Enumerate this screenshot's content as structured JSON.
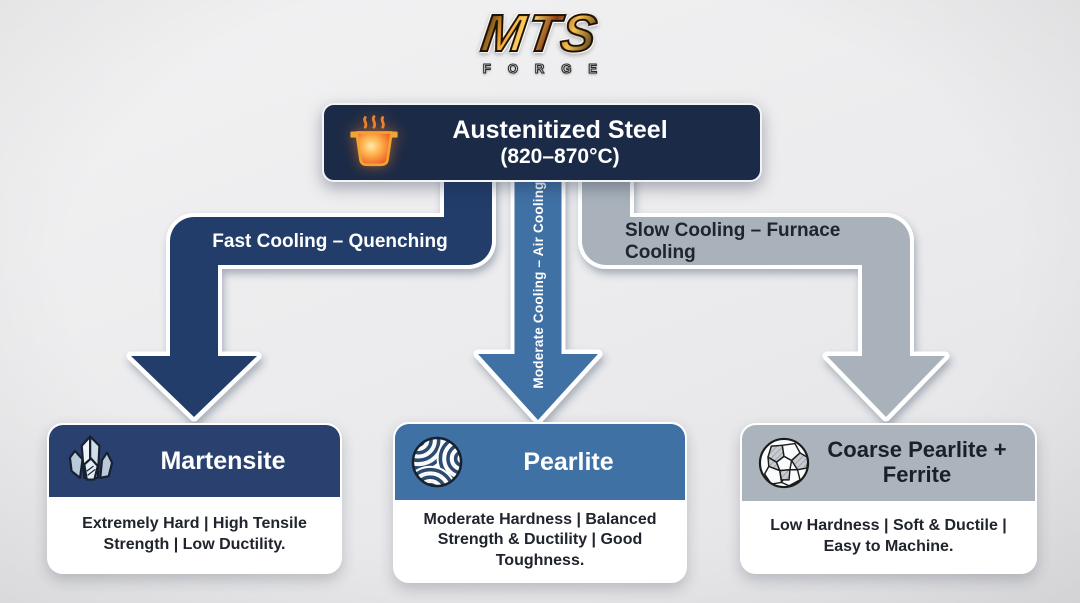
{
  "logo": {
    "text": "MTS",
    "subtext": "FORGE"
  },
  "root": {
    "title": "Austenitized Steel",
    "subtitle": "(820–870°C)",
    "icon": "crucible-fire-icon"
  },
  "branches": [
    {
      "id": "fast",
      "label": "Fast Cooling – Quenching",
      "color": "#223d6b",
      "text_color": "#ffffff",
      "shape": "left-elbow-arrow"
    },
    {
      "id": "moderate",
      "label": "Moderate Cooling – Air Cooling",
      "color": "#3f71a5",
      "text_color": "#ffffff",
      "shape": "straight-down-arrow"
    },
    {
      "id": "slow",
      "label": "Slow Cooling – Furnace Cooling",
      "color": "#a9b2bb",
      "text_color": "#20242c",
      "shape": "right-elbow-arrow"
    }
  ],
  "results": [
    {
      "title": "Martensite",
      "description": "Extremely Hard | High Tensile Strength | Low Ductility.",
      "header_color": "#2a4170",
      "title_color": "#ffffff",
      "icon": "crystal-icon"
    },
    {
      "title": "Pearlite",
      "description": "Moderate Hardness | Balanced Strength & Ductility | Good Toughness.",
      "header_color": "#3f71a5",
      "title_color": "#ffffff",
      "icon": "lamellar-pattern-icon"
    },
    {
      "title": "Coarse Pearlite + Ferrite",
      "description": "Low Hardness | Soft & Ductile | Easy to Machine.",
      "header_color": "#abb4bd",
      "title_color": "#1a2028",
      "icon": "grain-structure-icon"
    }
  ],
  "colors": {
    "background": "#ebebed",
    "root_box": "#1b2a46",
    "navy_arrow": "#223d6b",
    "blue_arrow": "#3f71a5",
    "grey_arrow": "#a9b2bb",
    "body_text": "#20242c",
    "fire_accent": "#f2a433"
  }
}
